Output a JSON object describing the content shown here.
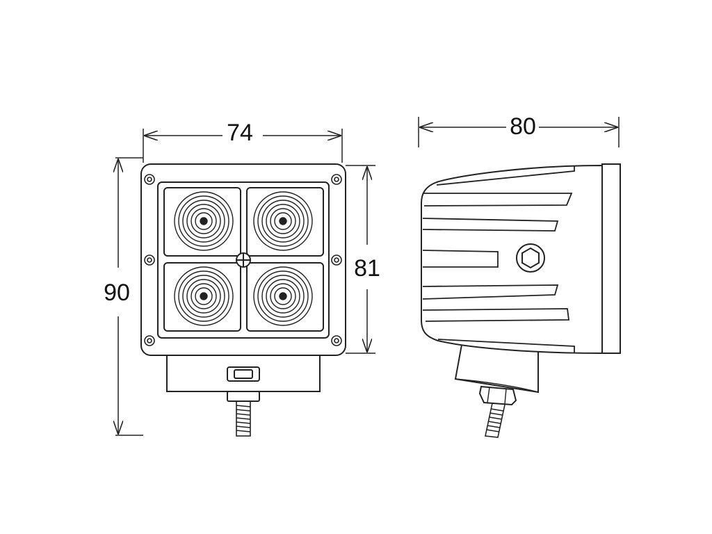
{
  "dimensions": {
    "front_width": "74",
    "front_height_overall": "90",
    "front_height_housing": "81",
    "side_depth": "80"
  },
  "colors": {
    "line": "#222222",
    "background": "#ffffff"
  }
}
